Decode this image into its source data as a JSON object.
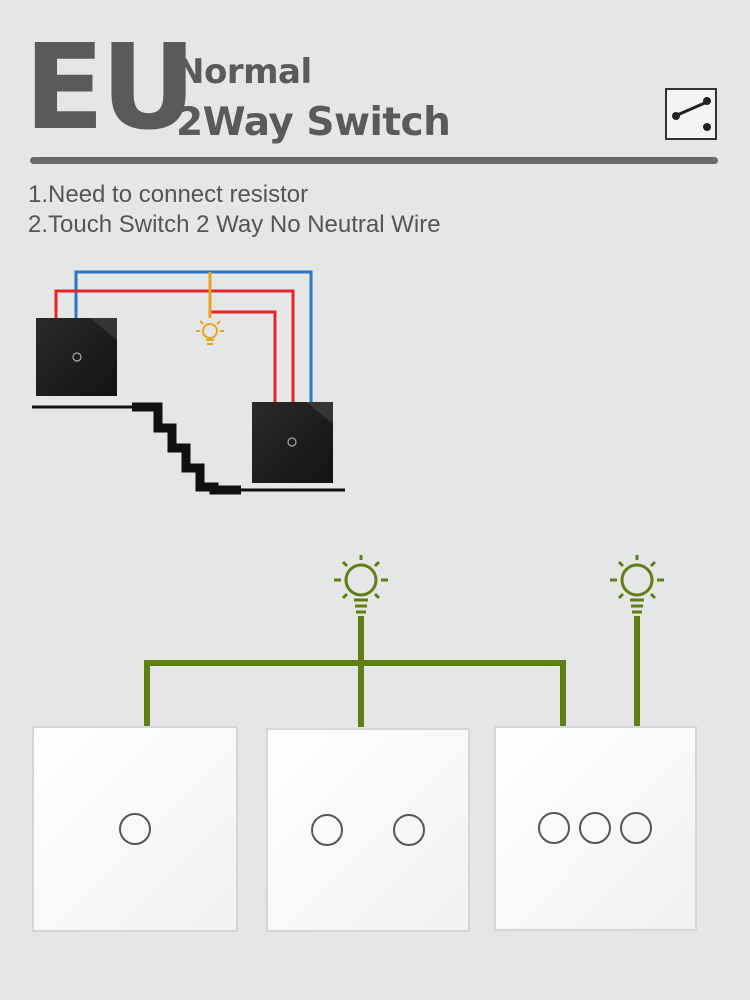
{
  "header": {
    "big_label": "EU",
    "line1": "Normal",
    "line2": "2Way Switch",
    "icon": "two-way-switch-icon"
  },
  "notes": [
    "1.Need to connect resistor",
    "2.Touch Switch 2 Way No Neutral Wire"
  ],
  "colors": {
    "live_wire": "#e3262b",
    "neutral_wire": "#2f77c4",
    "lamp_wire": "#f0a020",
    "bus_wire": "#5f7e14",
    "panel_dark": "#1c1c1c",
    "panel_white": "#ffffff"
  },
  "wiring_diagram": {
    "switches": [
      "black-touch-switch-1gang",
      "black-touch-switch-1gang"
    ],
    "lamp": "bulb-icon"
  },
  "panels": [
    {
      "gang": 1,
      "lamp": false
    },
    {
      "gang": 2,
      "lamp": true
    },
    {
      "gang": 3,
      "lamp": true
    }
  ]
}
